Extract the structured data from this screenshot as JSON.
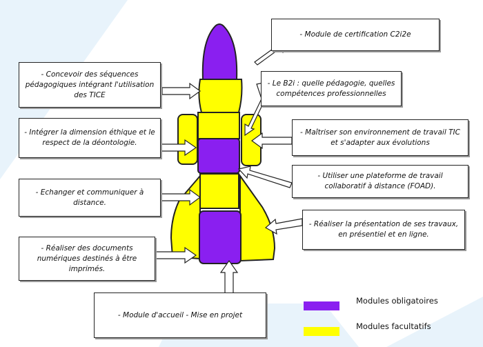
{
  "labels": {
    "c2i2e": "- Module de certification C2i2e",
    "concevoir": "- Concevoir des séquences pédagogiques intégrant l'utilisation des TICE",
    "b2i": "- Le B2i : quelle pédagogie, quelles compétences professionnelles",
    "ethique": "- Intégrer la dimension éthique et le respect de la déontologie.",
    "maitriser": "- Maîtriser son environnement de travail TIC et s'adapter aux évolutions",
    "plateforme": "- Utiliser une plateforme de travail collaboratif à distance (FOAD).",
    "echanger": "- Echanger et communiquer à distance.",
    "presentation": "- Réaliser la présentation de ses travaux, en présentiel et en ligne.",
    "documents": "- Réaliser des documents numériques destinés à être imprimés.",
    "accueil": "- Module d'accueil - Mise en projet"
  },
  "legend": [
    {
      "label": "Modules obligatoires",
      "color": "#8a1ff0"
    },
    {
      "label": "Modules facultatifs",
      "color": "#ffff00"
    }
  ],
  "colors": {
    "obligatoire": "#8a1ff0",
    "facultatif": "#ffff00",
    "background_panel": "#e8f3fb"
  }
}
